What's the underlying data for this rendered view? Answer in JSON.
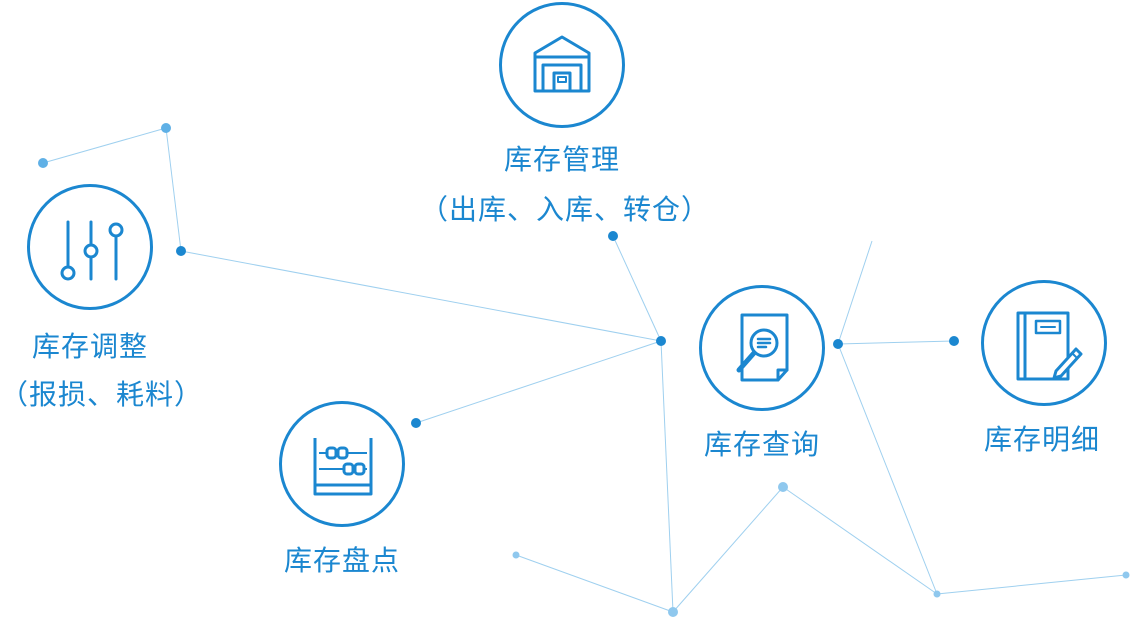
{
  "accent_color": "#1b87d0",
  "nodes": {
    "management": {
      "title": "库存管理",
      "subtitle": "（出库、入库、转仓）",
      "icon": "warehouse-icon"
    },
    "adjustment": {
      "title": "库存调整",
      "subtitle": "（报损、耗料）",
      "icon": "sliders-icon"
    },
    "count": {
      "title": "库存盘点",
      "icon": "abacus-icon"
    },
    "query": {
      "title": "库存查询",
      "icon": "document-search-icon"
    },
    "detail": {
      "title": "库存明细",
      "icon": "notebook-pen-icon"
    }
  }
}
